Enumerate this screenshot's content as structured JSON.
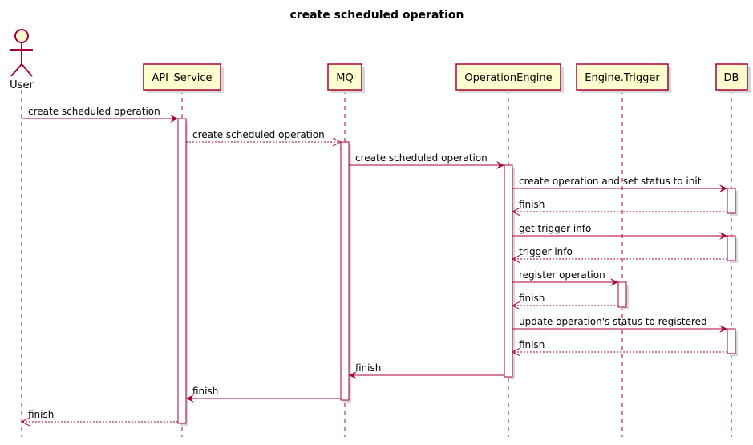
{
  "diagram": {
    "title": "create scheduled operation",
    "colors": {
      "border": "#A80036",
      "participant_fill": "#FEFECE",
      "activation_fill": "#FFFFFF"
    },
    "participants": [
      {
        "id": "user",
        "label": "User",
        "kind": "actor",
        "icon": "stick-figure-icon"
      },
      {
        "id": "api",
        "label": "API_Service",
        "kind": "participant"
      },
      {
        "id": "mq",
        "label": "MQ",
        "kind": "participant"
      },
      {
        "id": "engine",
        "label": "OperationEngine",
        "kind": "participant"
      },
      {
        "id": "trigger",
        "label": "Engine.Trigger",
        "kind": "participant"
      },
      {
        "id": "db",
        "label": "DB",
        "kind": "participant"
      }
    ],
    "messages": [
      {
        "from": "user",
        "to": "api",
        "label": "create scheduled operation",
        "style": "solid"
      },
      {
        "from": "api",
        "to": "mq",
        "label": "create scheduled operation",
        "style": "dashed"
      },
      {
        "from": "mq",
        "to": "engine",
        "label": "create scheduled operation",
        "style": "solid"
      },
      {
        "from": "engine",
        "to": "db",
        "label": "create operation and set status to init",
        "style": "solid"
      },
      {
        "from": "db",
        "to": "engine",
        "label": "finish",
        "style": "dashed"
      },
      {
        "from": "engine",
        "to": "db",
        "label": "get trigger info",
        "style": "solid"
      },
      {
        "from": "db",
        "to": "engine",
        "label": "trigger info",
        "style": "dashed"
      },
      {
        "from": "engine",
        "to": "trigger",
        "label": "register operation",
        "style": "solid"
      },
      {
        "from": "trigger",
        "to": "engine",
        "label": "finish",
        "style": "dashed"
      },
      {
        "from": "engine",
        "to": "db",
        "label": "update operation's status to registered",
        "style": "solid"
      },
      {
        "from": "db",
        "to": "engine",
        "label": "finish",
        "style": "dashed"
      },
      {
        "from": "engine",
        "to": "mq",
        "label": "finish",
        "style": "solid"
      },
      {
        "from": "mq",
        "to": "api",
        "label": "finish",
        "style": "solid"
      },
      {
        "from": "api",
        "to": "user",
        "label": "finish",
        "style": "dashed"
      }
    ],
    "activations": [
      {
        "participant": "api",
        "from_message": 0,
        "to_message": 13
      },
      {
        "participant": "mq",
        "from_message": 1,
        "to_message": 12
      },
      {
        "participant": "engine",
        "from_message": 2,
        "to_message": 11
      },
      {
        "participant": "db",
        "from_message": 3,
        "to_message": 4
      },
      {
        "participant": "db",
        "from_message": 5,
        "to_message": 6
      },
      {
        "participant": "trigger",
        "from_message": 7,
        "to_message": 8
      },
      {
        "participant": "db",
        "from_message": 9,
        "to_message": 10
      }
    ]
  }
}
